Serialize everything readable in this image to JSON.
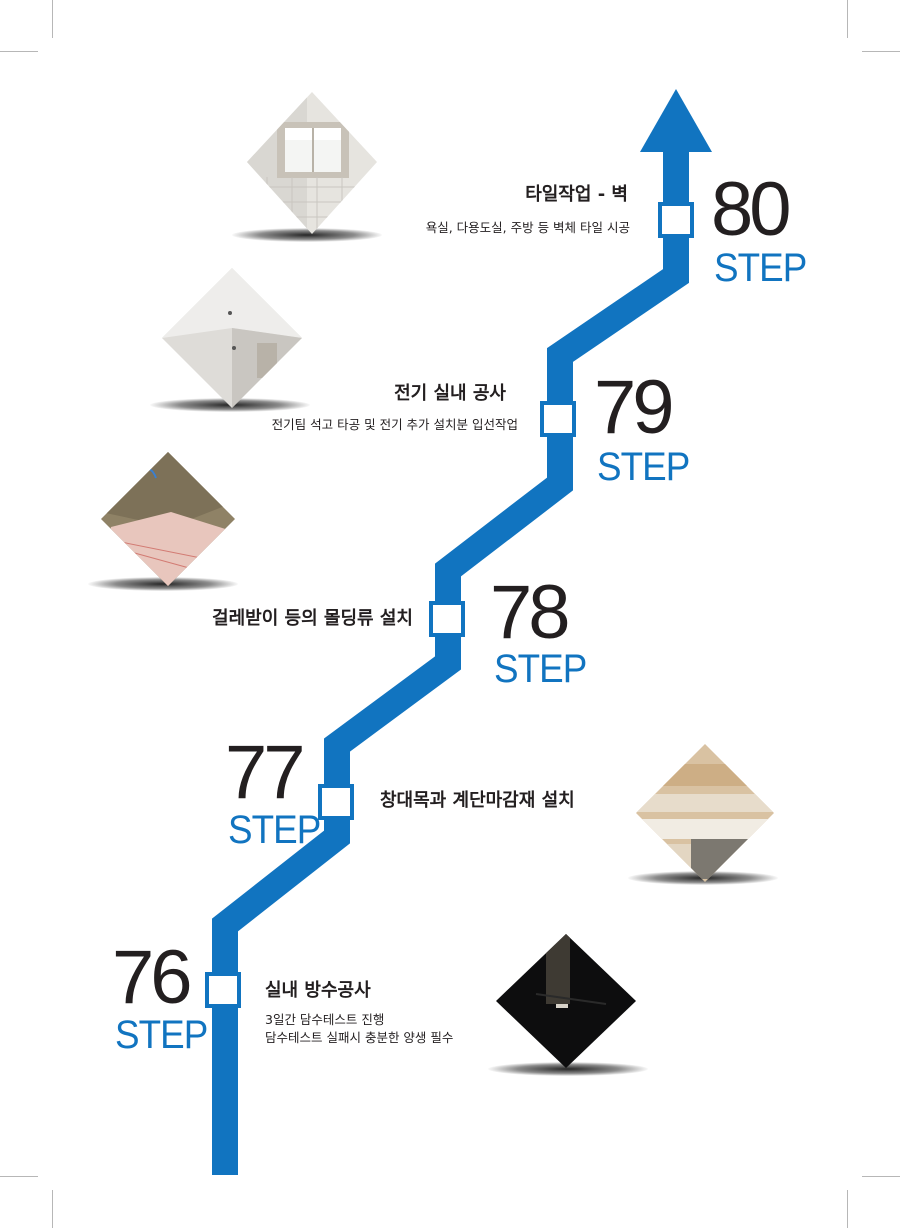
{
  "colors": {
    "accent": "#1174c0",
    "text": "#231f20",
    "background": "#ffffff"
  },
  "steps": [
    {
      "number": "80",
      "word": "STEP",
      "title": "타일작업 - 벽",
      "desc": [
        "욕실, 다용도실, 주방 등 벽체 타일 시공"
      ]
    },
    {
      "number": "79",
      "word": "STEP",
      "title": "전기 실내 공사",
      "desc": [
        "전기팀 석고 타공 및 전기 추가 설치분 입선작업"
      ]
    },
    {
      "number": "78",
      "word": "STEP",
      "title": "걸레받이 등의 몰딩류 설치",
      "desc": []
    },
    {
      "number": "77",
      "word": "STEP",
      "title": "창대목과 계단마감재 설치",
      "desc": []
    },
    {
      "number": "76",
      "word": "STEP",
      "title": "실내 방수공사",
      "desc": [
        "3일간 담수테스트 진행",
        "담수테스트 실패시 충분한 양생 필수"
      ]
    }
  ]
}
